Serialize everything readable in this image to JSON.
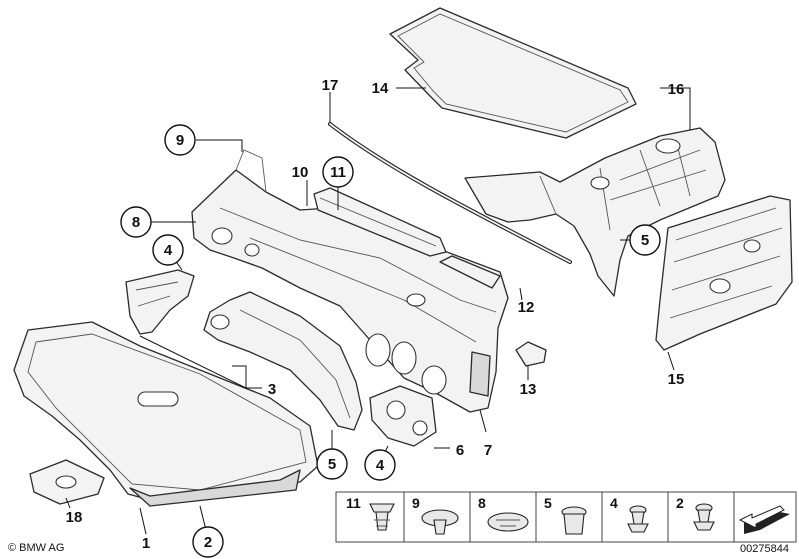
{
  "callouts": {
    "c1": "1",
    "c2": "2",
    "c3": "3",
    "c4a": "4",
    "c4b": "4",
    "c5a": "5",
    "c5b": "5",
    "c6": "6",
    "c7": "7",
    "c8": "8",
    "c9": "9",
    "c10": "10",
    "c11": "11",
    "c12": "12",
    "c13": "13",
    "c14": "14",
    "c15": "15",
    "c16": "16",
    "c17": "17",
    "c18": "18"
  },
  "legend": {
    "items": [
      "11",
      "9",
      "8",
      "5",
      "4",
      "2"
    ]
  },
  "footer": {
    "copyright": "© BMW AG",
    "image_number": "00275844"
  }
}
